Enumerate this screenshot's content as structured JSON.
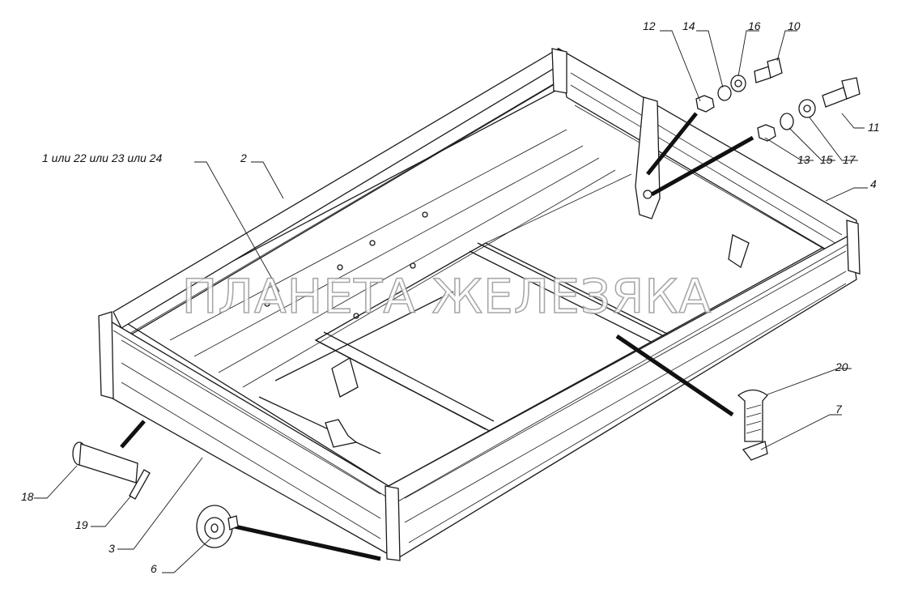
{
  "diagram": {
    "watermark": "ПЛАНЕТА ЖЕЛЕЗЯКА",
    "callouts": {
      "c_1_22_23_24": "1 или 22 или 23 или 24",
      "c2": "2",
      "c3": "3",
      "c4": "4",
      "c6": "6",
      "c7": "7",
      "c10": "10",
      "c11": "11",
      "c12": "12",
      "c13": "13",
      "c14": "14",
      "c15": "15",
      "c16": "16",
      "c17": "17",
      "c18": "18",
      "c19": "19",
      "c20": "20"
    }
  }
}
